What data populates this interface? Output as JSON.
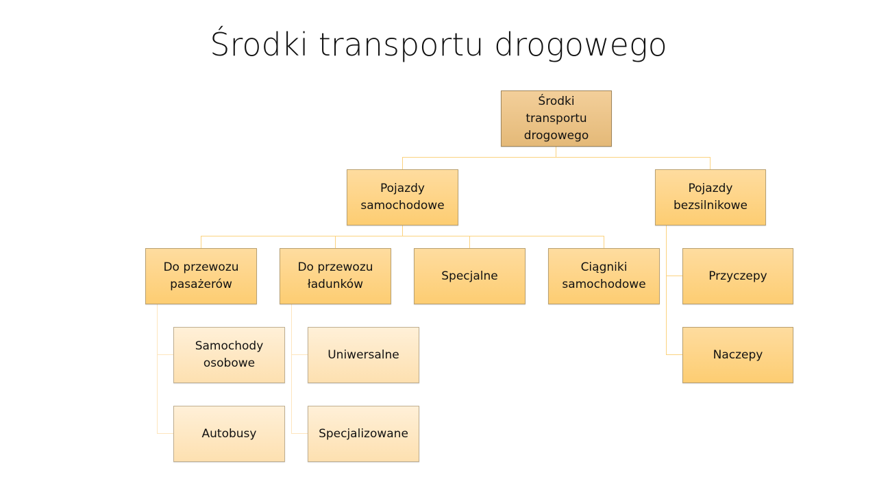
{
  "slide": {
    "title": "Środki transportu drogowego"
  },
  "diagram": {
    "type": "org-chart",
    "colors": {
      "root_fill": "#e8bd7e",
      "level_fill": "#fdd38a",
      "leaf_fill": "#fee8c4",
      "connector": "#fbd27f"
    },
    "root": {
      "label": "Środki transportu drogowego"
    },
    "level1": [
      {
        "label": "Pojazdy samochodowe"
      },
      {
        "label": "Pojazdy bezsilnikowe"
      }
    ],
    "level2": [
      {
        "label": "Do przewozu pasażerów"
      },
      {
        "label": "Do przewozu ładunków"
      },
      {
        "label": "Specjalne"
      },
      {
        "label": "Ciągniki samochodowe"
      },
      {
        "label": "Przyczepy"
      },
      {
        "label": "Naczepy"
      }
    ],
    "level3": [
      {
        "label": "Samochody osobowe"
      },
      {
        "label": "Autobusy"
      },
      {
        "label": "Uniwersalne"
      },
      {
        "label": "Specjalizowane"
      }
    ]
  }
}
